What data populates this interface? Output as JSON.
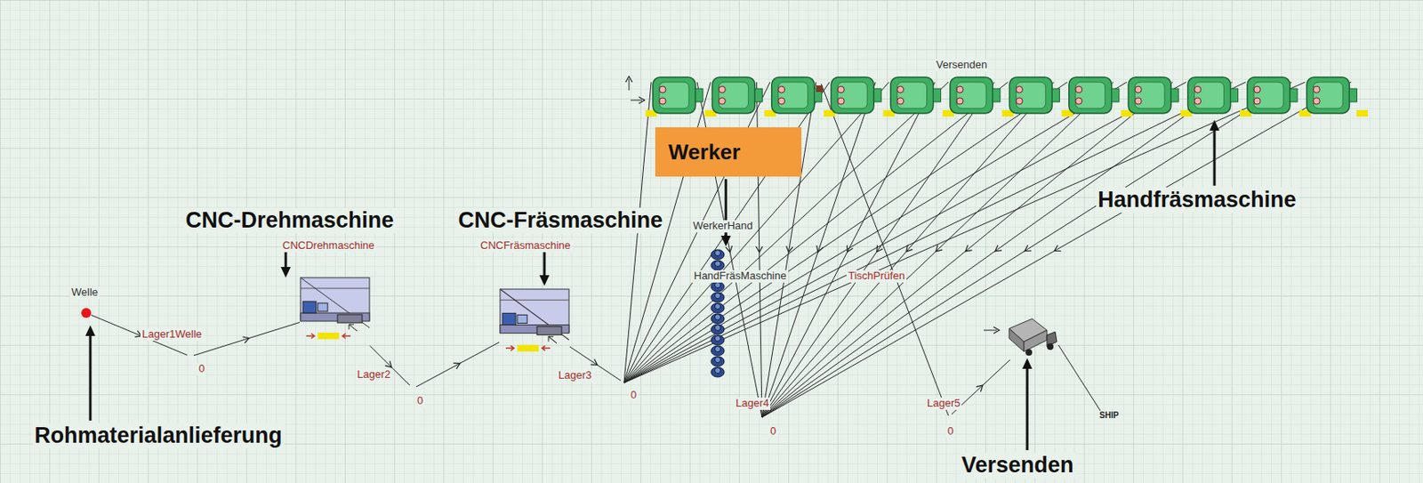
{
  "diagram": {
    "nodes": [
      {
        "text": [
          "Welle"
        ]
      },
      {
        "text": [
          "Lager1Welle",
          "0"
        ]
      },
      {
        "text": [
          "CNCDrehmaschine"
        ]
      },
      {
        "text": [
          "Lager2",
          "0"
        ]
      },
      {
        "text": [
          "CNCFräsmaschine"
        ]
      },
      {
        "text": [
          "Lager3",
          "0"
        ]
      },
      {
        "text": [
          "Werker"
        ]
      },
      {
        "text": [
          "WerkerHand"
        ]
      },
      {
        "text": [
          "Lager4",
          "0"
        ]
      },
      {
        "text": [
          "Lager5",
          "0"
        ]
      },
      {
        "text": [
          "SHIP"
        ]
      }
    ],
    "edges": [
      {
        "from": 0,
        "to": 1,
        "arrow": "to"
      },
      {
        "from": 1,
        "to": 2,
        "arrow": "to"
      },
      {
        "from": 2,
        "to": 3,
        "arrow": "to"
      },
      {
        "from": 3,
        "to": 4,
        "arrow": "to"
      },
      {
        "from": 4,
        "to": 5,
        "arrow": "to"
      },
      {
        "from": 9,
        "to": 10,
        "arrow": "to"
      }
    ],
    "labels": [
      "Versenden",
      "CNC-Drehmaschine",
      "CNC-Fräsmaschine",
      "Handfräsmaschine",
      "HandFräsMaschine",
      "TischPrüfen",
      "Rohmaterialanlieferung",
      "Versenden"
    ]
  }
}
